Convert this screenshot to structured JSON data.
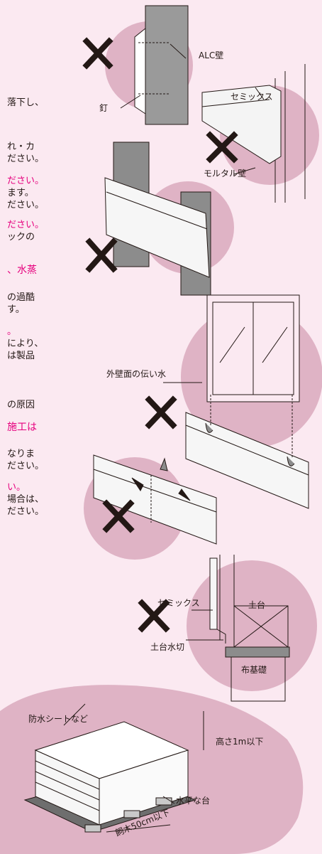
{
  "left_text": {
    "line1": "落下し、",
    "line2": "れ・カ",
    "line3": "ださい。",
    "line4": "ださい。",
    "line5": "ます。",
    "line6": "ださい。",
    "line7": "ださい。",
    "line8": "ックの",
    "line9": "、水蒸",
    "line10": "の過酷",
    "line11": "す。",
    "line12": "。",
    "line13": "により、",
    "line14": "は製品",
    "line15": "の原因",
    "line16": "施工は",
    "line17": "なりま",
    "line18": "ださい。",
    "line19": "い。",
    "line20": "場合は、",
    "line21": "ださい。"
  },
  "labels": {
    "alc_wall": "ALC壁",
    "nail": "釘",
    "cemix1": "セミックス",
    "mortar_wall": "モルタル壁",
    "exterior_water": "外壁面の伝い水",
    "cemix2": "セミックス",
    "dodai": "土台",
    "dodai_mizukiri": "土台水切",
    "nunokiso": "布基礎",
    "waterproof_sheet": "防水シートなど",
    "height": "高さ1m以下",
    "level_stand": "水平な台",
    "spacing": "飼木50cm以下"
  },
  "colors": {
    "background": "#fbe9f1",
    "circle": "#dfb3c5",
    "accent_text": "#e6007e",
    "cross": "#231815"
  }
}
